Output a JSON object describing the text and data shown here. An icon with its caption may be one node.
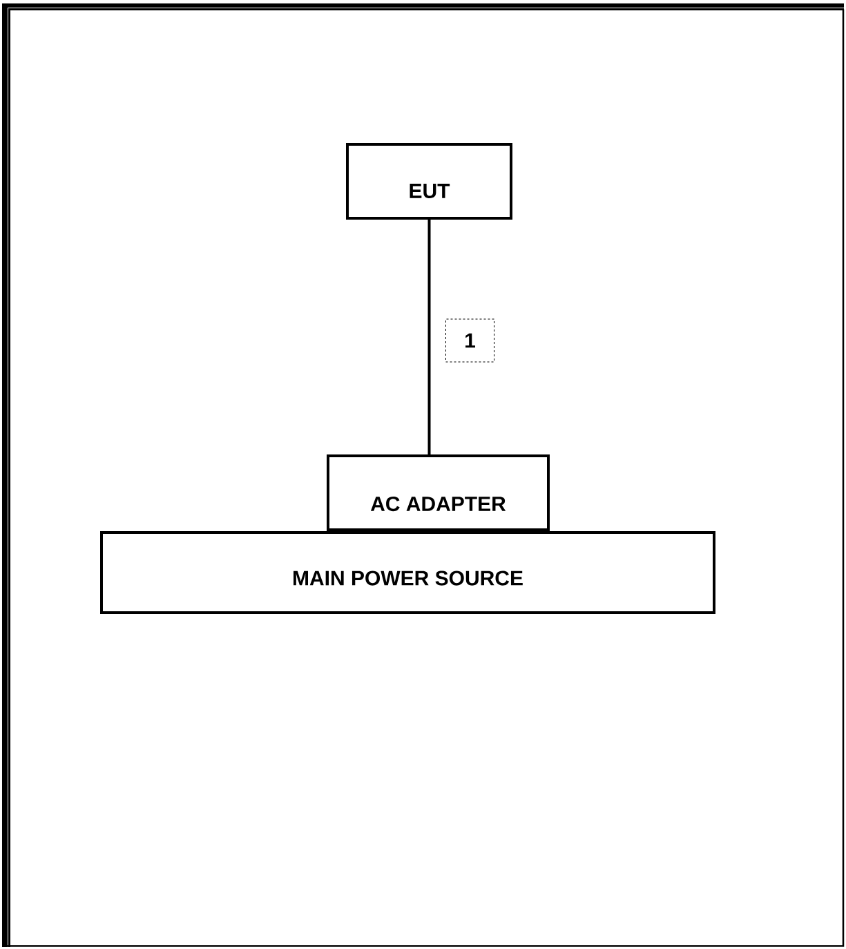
{
  "diagram": {
    "nodes": [
      {
        "text": [
          "EUT"
        ]
      },
      {
        "text": [
          "AC ADAPTER"
        ]
      },
      {
        "text": [
          "MAIN POWER SOURCE"
        ]
      }
    ],
    "edges": [
      {
        "from": 0,
        "to": 1,
        "arrow": "none",
        "label": "1"
      }
    ]
  }
}
